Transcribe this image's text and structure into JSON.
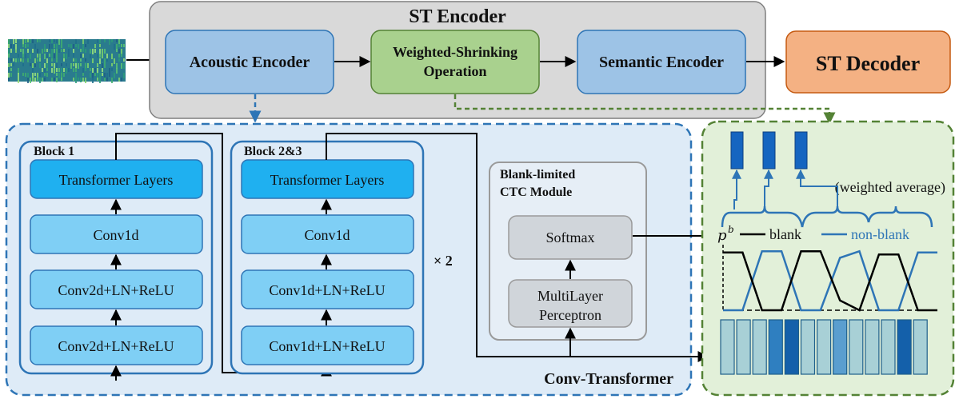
{
  "st_encoder": {
    "title": "ST Encoder",
    "acoustic": "Acoustic Encoder",
    "ws_line1": "Weighted-Shrinking",
    "ws_line2": "Operation",
    "semantic": "Semantic Encoder"
  },
  "st_decoder": "ST Decoder",
  "conv_transformer": {
    "title": "Conv-Transformer",
    "block1": {
      "title": "Block 1",
      "layers": [
        "Transformer Layers",
        "Conv1d",
        "Conv2d+LN+ReLU",
        "Conv2d+LN+ReLU"
      ]
    },
    "block23": {
      "title": "Block 2&3",
      "layers": [
        "Transformer Layers",
        "Conv1d",
        "Conv1d+LN+ReLU",
        "Conv1d+LN+ReLU"
      ]
    },
    "repeat": "× 2",
    "ctc": {
      "title_line1": "Blank-limited",
      "title_line2": "CTC Module",
      "softmax": "Softmax",
      "mlp_line1": "MultiLayer",
      "mlp_line2": "Perceptron"
    }
  },
  "weighted_shrinking": {
    "weighted_average": "(weighted average)",
    "p_symbol": "p",
    "p_superscript": "b",
    "blank_label": "blank",
    "nonblank_label": "non-blank",
    "blank_probability": [
      0.88,
      0.88,
      0.0,
      0.0,
      0.9,
      0.9,
      0.15,
      0.0,
      0.85,
      0.85,
      0.0,
      0.0
    ],
    "nonblank_probability": [
      0.0,
      0.0,
      0.9,
      0.9,
      0.0,
      0.0,
      0.8,
      0.9,
      0.0,
      0.0,
      0.88,
      0.88
    ],
    "frame_shades": [
      "#a8d0d6",
      "#a8d0d6",
      "#a8d0d6",
      "#2f7fc0",
      "#1460aa",
      "#a8d0d6",
      "#a8d0d6",
      "#5a9ecf",
      "#a8d0d6",
      "#a8d0d6",
      "#a8d0d6",
      "#1460aa",
      "#a8d0d6"
    ]
  },
  "colors": {
    "encoder_panel": "#d9d9d9",
    "encoder_box": "#9dc3e6",
    "ws_box": "#a9d18e",
    "ws_border": "#548235",
    "decoder": "#f4b183",
    "decoder_border": "#c55a11",
    "conv_panel": "#deebf7",
    "block_border": "#2e75b6",
    "layer_box": "#7fcff5",
    "transformer_box": "#1fb0f0",
    "ctc_box": "#d0d5da",
    "green_panel": "#e2f0d9",
    "dashed_green": "#548235",
    "dashed_blue": "#2e75b6",
    "nonblank_line": "#2e75b6",
    "bar_dark": "#1565c0"
  }
}
